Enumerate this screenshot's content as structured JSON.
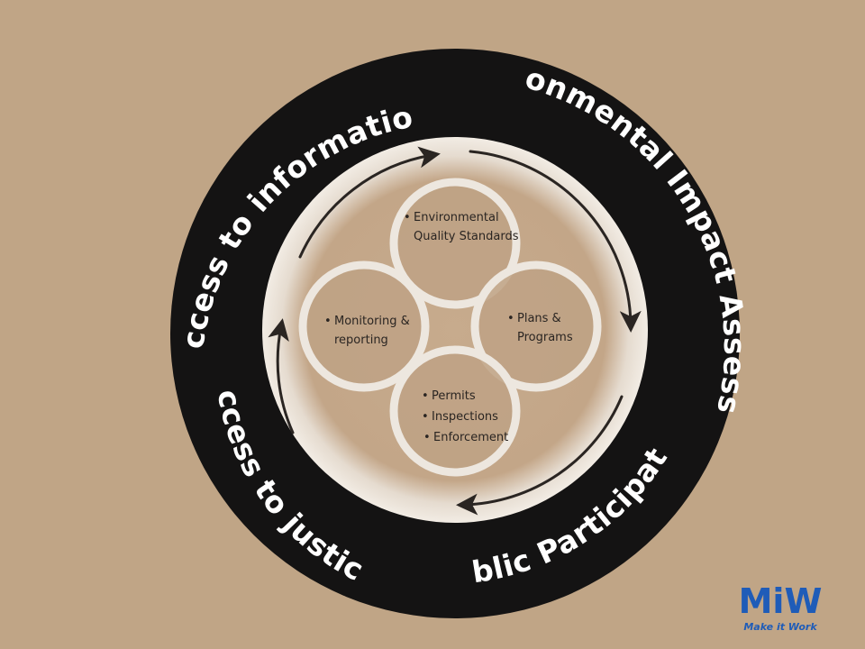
{
  "outer_ring": {
    "labels": {
      "top_left": "Access to information",
      "right": "Environmental Impact Assessment",
      "bottom": "Public Participation",
      "left": "Access to justice"
    }
  },
  "inner_cycle": {
    "top": [
      "Environmental",
      "Quality Standards"
    ],
    "right": [
      "Plans &",
      "Programs"
    ],
    "bottom": [
      "Permits",
      "Inspections",
      "Enforcement"
    ],
    "left": [
      "Monitoring &",
      "reporting"
    ]
  },
  "logo": {
    "mark": "MiW",
    "tagline": "Make it Work"
  },
  "colors": {
    "background": "#c0a586",
    "ring": "#141313",
    "inner_disc": "#f2ece4",
    "bubble_fill": "#bea285",
    "bubble_stroke": "#ede7df",
    "text_dark": "#2a2522",
    "logo_blue": "#1f5cb8"
  }
}
